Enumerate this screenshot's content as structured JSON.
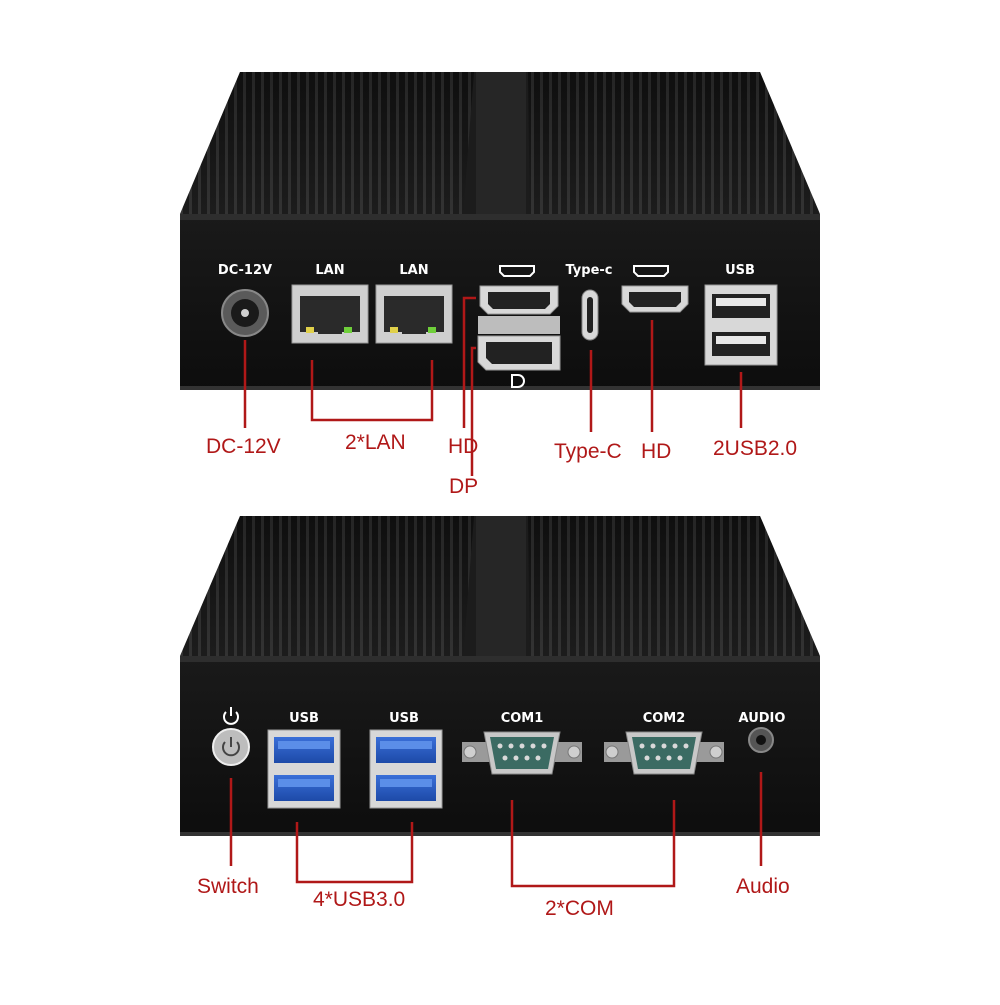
{
  "accent_color": "#b01818",
  "top_unit": {
    "panel_labels": {
      "dc": "DC-12V",
      "lan1": "LAN",
      "lan2": "LAN",
      "typec": "Type-c",
      "usb": "USB"
    },
    "callouts": {
      "dc": "DC-12V",
      "lan": "2*LAN",
      "hd1": "HD",
      "dp": "DP",
      "typec": "Type-C",
      "hd2": "HD",
      "usb2": "2USB2.0"
    }
  },
  "bottom_unit": {
    "panel_labels": {
      "usb1": "USB",
      "usb2": "USB",
      "com1": "COM1",
      "com2": "COM2",
      "audio": "AUDIO"
    },
    "callouts": {
      "switch": "Switch",
      "usb3": "4*USB3.0",
      "com": "2*COM",
      "audio": "Audio"
    }
  },
  "icons": [
    "power-icon",
    "hdmi-icon",
    "displayport-icon"
  ]
}
